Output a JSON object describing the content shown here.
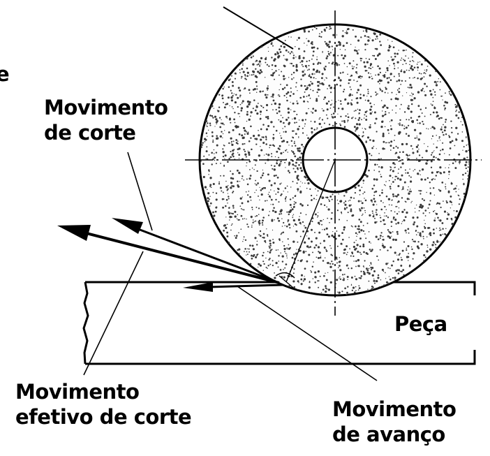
{
  "labels": {
    "top_left_fragment": "e",
    "cutting_motion": [
      "Movimento",
      "de corte"
    ],
    "workpiece": "Peça",
    "effective_cutting_motion": [
      "Movimento",
      "efetivo de corte"
    ],
    "feed_motion": [
      "Movimento",
      "de avanço"
    ]
  },
  "colors": {
    "ink": "#000000",
    "paper": "#ffffff",
    "grain": "#3a3a3a"
  }
}
